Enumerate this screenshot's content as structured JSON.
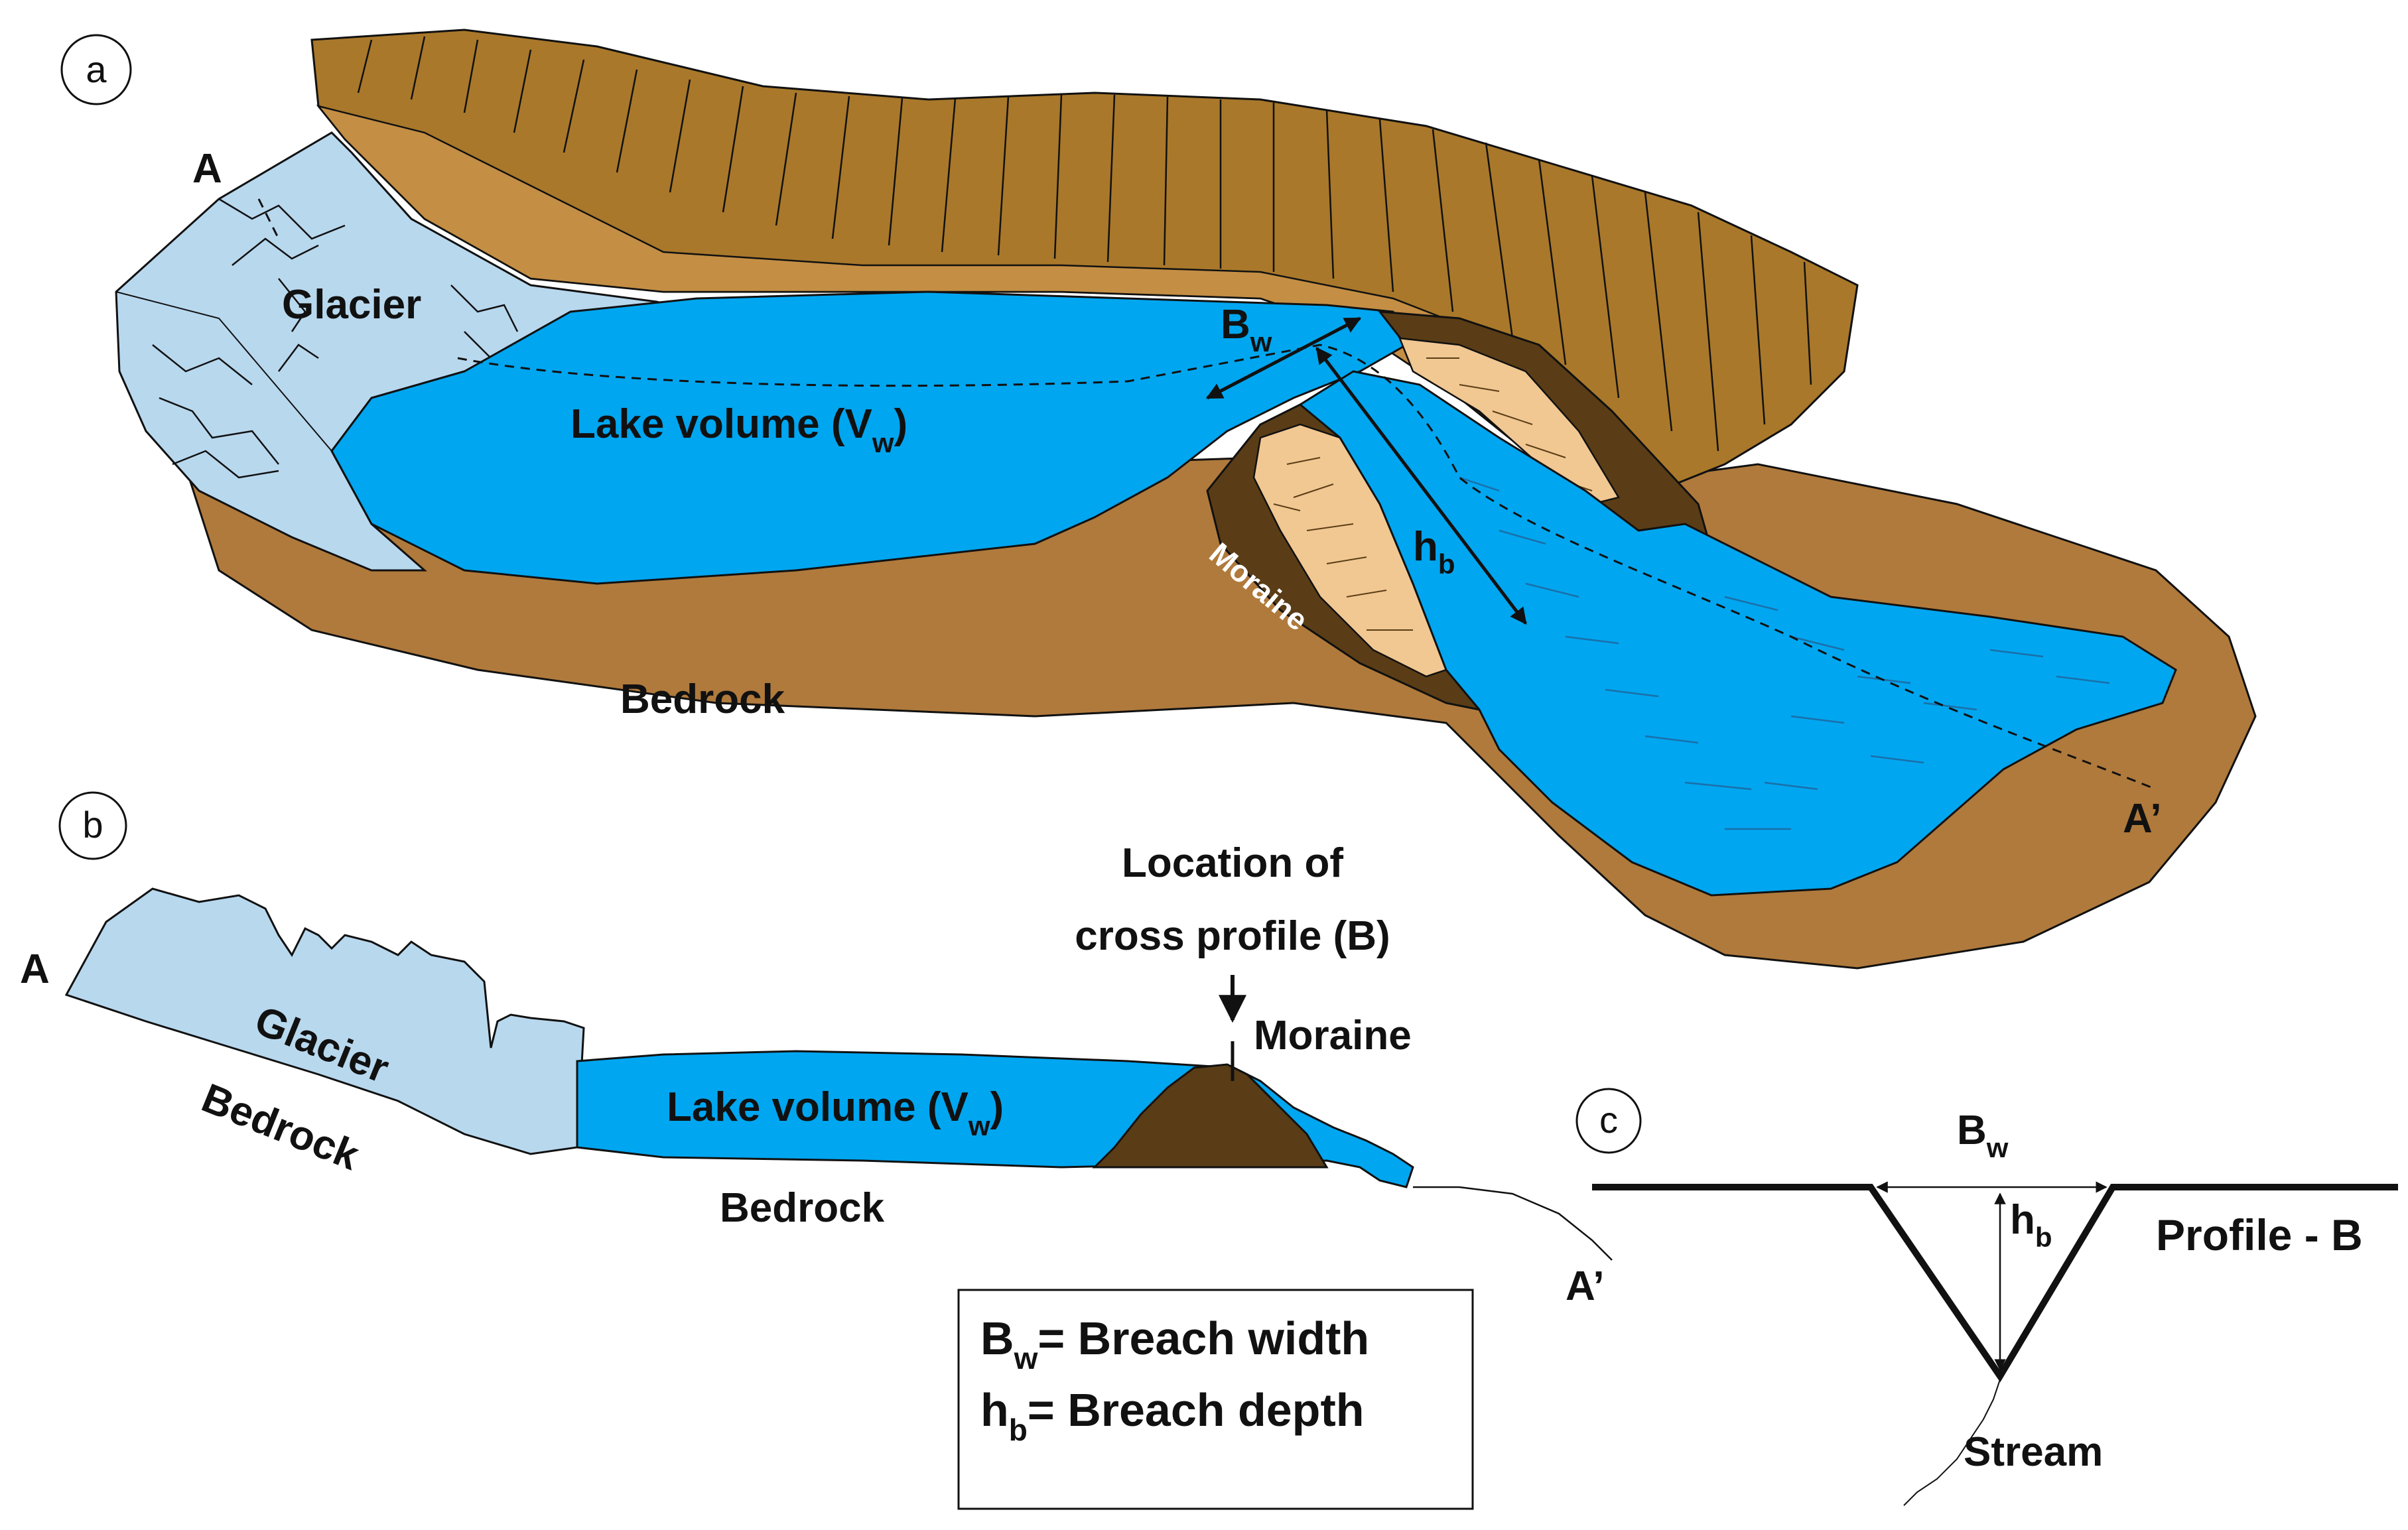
{
  "colors": {
    "bedrock": "#b07a3c",
    "bedrock_dark": "#9a6628",
    "ridge_top": "#a9782a",
    "glacier": "#b8d8ee",
    "lake": "#00a6f0",
    "moraine_outer": "#5a3d16",
    "moraine_inner": "#f1c792",
    "line": "#111111"
  },
  "panel_a": {
    "letter": "a",
    "point_a": "A",
    "point_a_prime": "A’",
    "glacier": "Glacier",
    "lake_volume": "Lake volume (V",
    "lake_volume_sub": "w",
    "lake_volume_end": ")",
    "bw": "B",
    "bw_sub": "w",
    "hb": "h",
    "hb_sub": "b",
    "moraine": "Moraine",
    "bedrock": "Bedrock",
    "icons": [
      "cracked-glacier-icon",
      "moraine-ridge-icon",
      "outflow-stream-icon"
    ]
  },
  "panel_b": {
    "letter": "b",
    "point_a": "A",
    "point_a_prime": "A’",
    "location_line1": "Location of",
    "location_line2": "cross profile (B)",
    "moraine": "Moraine",
    "glacier": "Glacier",
    "bedrock_left": "Bedrock",
    "lake_volume": "Lake volume (V",
    "lake_volume_sub": "w",
    "lake_volume_end": ")",
    "bedrock": "Bedrock"
  },
  "legend": {
    "bw": "B",
    "bw_sub": "w",
    "bw_def": "= Breach width",
    "hb": "h",
    "hb_sub": "b",
    "hb_def": "= Breach depth"
  },
  "panel_c": {
    "letter": "c",
    "bw": "B",
    "bw_sub": "w",
    "hb": "h",
    "hb_sub": "b",
    "profile": "Profile - B",
    "stream": "Stream"
  }
}
